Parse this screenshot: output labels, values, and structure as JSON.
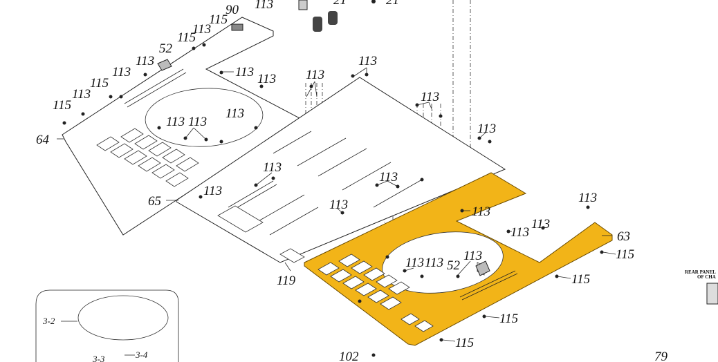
{
  "part_labels": {
    "p113": "113",
    "p115": "115",
    "p90": "90",
    "p52": "52",
    "p21": "21",
    "p64": "64",
    "p65": "65",
    "p63": "63",
    "p119": "119",
    "p102": "102",
    "p79": "79",
    "p3_2": "3-2",
    "p3_3": "3-3",
    "p3_4": "3-4"
  },
  "notes": {
    "rear_panel_line1": "REAR PANEL",
    "rear_panel_line2": "OF CHA"
  },
  "colors": {
    "highlight_plate": "#f2b418",
    "line": "#222222"
  }
}
